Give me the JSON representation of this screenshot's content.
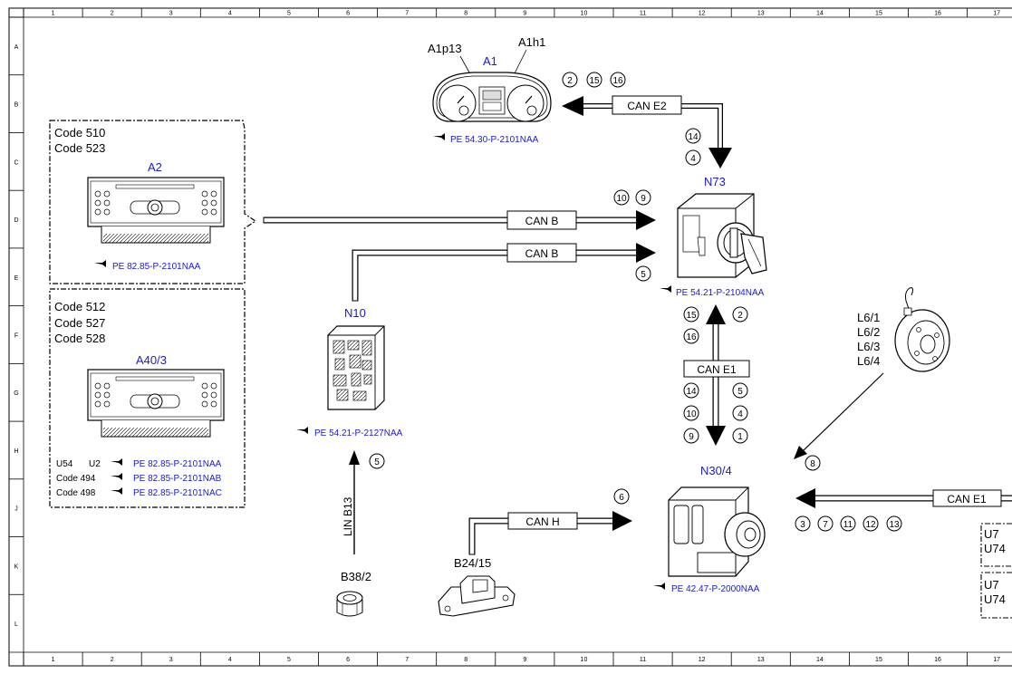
{
  "grid": {
    "columns": [
      "1",
      "2",
      "3",
      "4",
      "5",
      "6",
      "7",
      "8",
      "9",
      "10",
      "11",
      "12",
      "13",
      "14",
      "15",
      "16",
      "17"
    ],
    "rows": [
      "A",
      "B",
      "C",
      "D",
      "E",
      "F",
      "G",
      "H",
      "J",
      "K",
      "L"
    ]
  },
  "components": {
    "a1": {
      "name": "A1",
      "sub_left": "A1p13",
      "sub_right": "A1h1",
      "ref": "PE 54.30-P-2101NAA"
    },
    "n73": {
      "name": "N73",
      "ref": "PE 54.21-P-2104NAA"
    },
    "a2": {
      "name": "A2",
      "codes": [
        "Code 510",
        "Code 523"
      ],
      "ref": "PE 82.85-P-2101NAA"
    },
    "a40": {
      "name": "A40/3",
      "codes": [
        "Code 512",
        "Code 527",
        "Code 528"
      ],
      "refs": [
        {
          "left": "U54",
          "mid": "U2",
          "ref": "PE 82.85-P-2101NAA"
        },
        {
          "left": "Code 494",
          "mid": "",
          "ref": "PE 82.85-P-2101NAB"
        },
        {
          "left": "Code 498",
          "mid": "",
          "ref": "PE 82.85-P-2101NAC"
        }
      ]
    },
    "n10": {
      "name": "N10",
      "ref": "PE 54.21-P-2127NAA"
    },
    "n304": {
      "name": "N30/4",
      "ref": "PE 42.47-P-2000NAA"
    },
    "l6": {
      "labels": [
        "L6/1",
        "L6/2",
        "L6/3",
        "L6/4"
      ]
    },
    "b382": {
      "name": "B38/2"
    },
    "b2415": {
      "name": "B24/15"
    },
    "u_right": {
      "labels": [
        "U7",
        "U74",
        "U7",
        "U74"
      ]
    }
  },
  "buses": {
    "can_e2": "CAN E2",
    "can_b1": "CAN B",
    "can_b2": "CAN B",
    "can_e1_mid": "CAN E1",
    "can_h": "CAN H",
    "lin_b13": "LIN B13",
    "can_e1_right": "CAN E1"
  },
  "circles": {
    "a1_top": [
      "2",
      "15",
      "16"
    ],
    "n73_in_top": [
      "14",
      "4"
    ],
    "n73_left_top": [
      "10",
      "9"
    ],
    "n73_left_bottom": [
      "5"
    ],
    "n73_below_left": [
      "15",
      "16"
    ],
    "n73_below_right": [
      "2"
    ],
    "mid_left": [
      "14",
      "10",
      "9"
    ],
    "mid_right": [
      "5",
      "4",
      "1"
    ],
    "lin": [
      "5"
    ],
    "can_h": [
      "6"
    ],
    "l6_line": [
      "8"
    ],
    "n304_right": [
      "3",
      "7",
      "11",
      "12",
      "13"
    ]
  }
}
